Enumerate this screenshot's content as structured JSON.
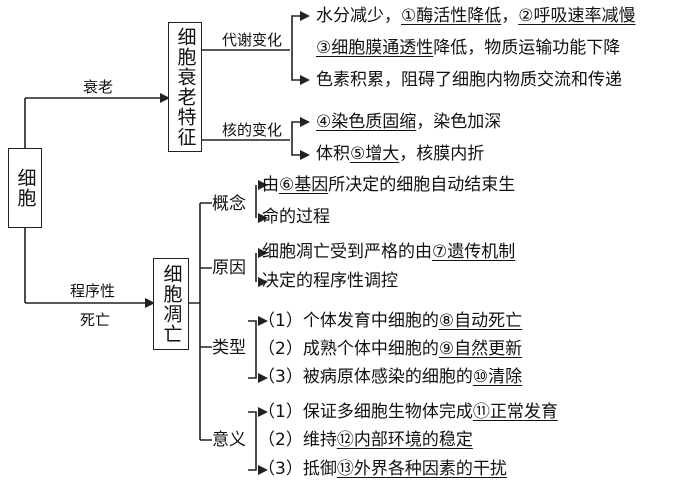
{
  "root": "细胞",
  "aging": {
    "branch_label": "衰老",
    "box": "细胞衰老特征",
    "metabolic": {
      "label": "代谢变化",
      "lines": [
        [
          "水分减少，",
          {
            "u": "①酶活性降低"
          },
          "，",
          {
            "u": "②呼吸速率减慢"
          }
        ],
        [
          {
            "u": "③细胞膜通透性"
          },
          "降低，物质运输功能下降"
        ],
        [
          "色素积累，阻碍了细胞内物质交流和传递"
        ]
      ]
    },
    "nucleus": {
      "label": "核的变化",
      "lines": [
        [
          {
            "u": "④染色质固缩"
          },
          "，染色加深"
        ],
        [
          "体积",
          {
            "u": "⑤增大"
          },
          "，核膜内折"
        ]
      ]
    }
  },
  "apoptosis": {
    "branch_label_1": "程序性",
    "branch_label_2": "死亡",
    "box": "细胞凋亡",
    "concept": {
      "label": "概念",
      "lines": [
        [
          "由",
          {
            "u": "⑥基因"
          },
          "所决定的细胞自动结束生"
        ],
        [
          "命的过程"
        ]
      ]
    },
    "cause": {
      "label": "原因",
      "lines": [
        [
          "细胞凋亡受到严格的由",
          {
            "u": "⑦遗传机制"
          }
        ],
        [
          "决定的程序性调控"
        ]
      ]
    },
    "types": {
      "label": "类型",
      "lines": [
        [
          "（1）个体发育中细胞的",
          {
            "u": "⑧自动死亡"
          }
        ],
        [
          "（2）成熟个体中细胞的",
          {
            "u": "⑨自然更新"
          }
        ],
        [
          "（3）被病原体感染的细胞的",
          {
            "u": "⑩清除"
          }
        ]
      ]
    },
    "significance": {
      "label": "意义",
      "lines": [
        [
          "（1）保证多细胞生物体完成",
          {
            "u": "⑪正常发育"
          }
        ],
        [
          "（2）维持",
          {
            "u": "⑫内部环境的稳定"
          }
        ],
        [
          "（3）抵御",
          {
            "u": "⑬外界各种因素的干扰"
          }
        ]
      ]
    }
  }
}
